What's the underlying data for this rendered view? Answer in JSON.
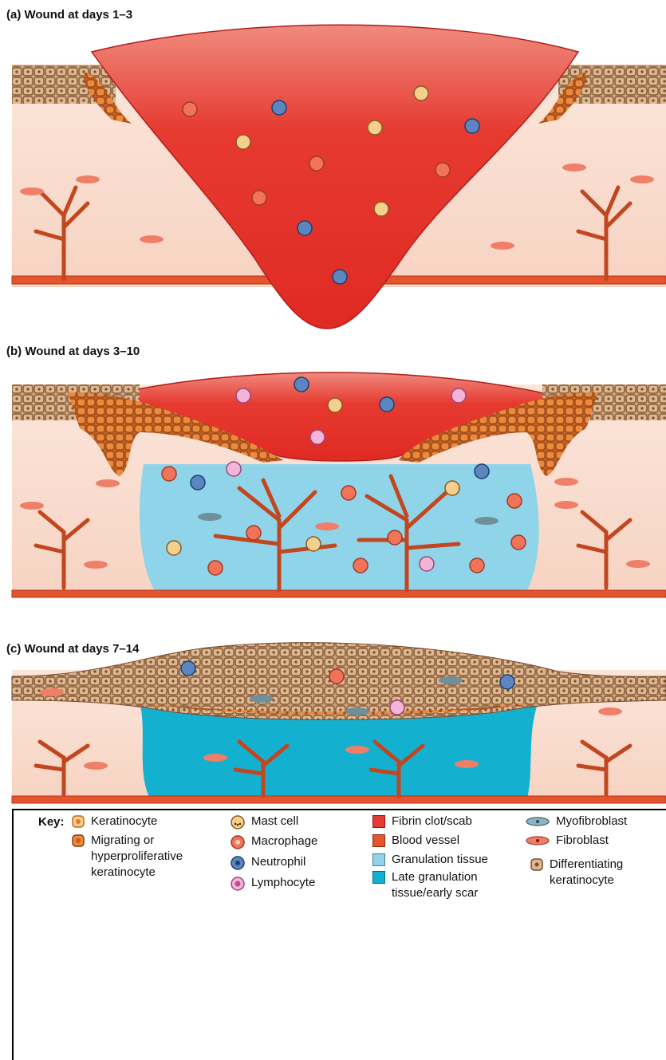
{
  "panels": [
    {
      "title": "(a) Wound at days 1–3"
    },
    {
      "title": "(b) Wound at days 3–10"
    },
    {
      "title": "(c) Wound at days 7–14"
    }
  ],
  "key": {
    "label": "Key:",
    "items": [
      {
        "name": "keratinocyte",
        "lines": [
          "Keratinocyte"
        ]
      },
      {
        "name": "migrating-keratinocyte",
        "lines": [
          "Migrating or",
          "hyperproliferative",
          "keratinocyte"
        ]
      },
      {
        "name": "mast-cell",
        "lines": [
          "Mast cell"
        ]
      },
      {
        "name": "macrophage",
        "lines": [
          "Macrophage"
        ]
      },
      {
        "name": "neutrophil",
        "lines": [
          "Neutrophil"
        ]
      },
      {
        "name": "lymphocyte",
        "lines": [
          "Lymphocyte"
        ]
      },
      {
        "name": "fibrin-clot",
        "lines": [
          "Fibrin clot/scab"
        ]
      },
      {
        "name": "blood-vessel",
        "lines": [
          "Blood vessel"
        ]
      },
      {
        "name": "granulation-tissue",
        "lines": [
          "Granulation tissue"
        ]
      },
      {
        "name": "late-granulation",
        "lines": [
          "Late granulation",
          "tissue/early scar"
        ]
      },
      {
        "name": "myofibroblast",
        "lines": [
          "Myofibroblast"
        ]
      },
      {
        "name": "fibroblast",
        "lines": [
          "Fibroblast"
        ]
      },
      {
        "name": "differentiating-keratinocyte",
        "lines": [
          "Differentiating",
          "keratinocyte"
        ]
      }
    ]
  },
  "colors": {
    "dermis": "#f9ddd0",
    "clot": "#e43a32",
    "vessel": "#e4552e",
    "granulation": "#8fd4e8",
    "late_granulation": "#13b1cf",
    "epidermis": "#c9a27a",
    "epidermis_dark": "#7a4a2a",
    "migrating": "#e4792f",
    "lymphocyte": "#e48fc2",
    "neutrophil": "#3f6ea8",
    "mast": "#f1c27a",
    "myofibroblast": "#6f8f9a"
  }
}
